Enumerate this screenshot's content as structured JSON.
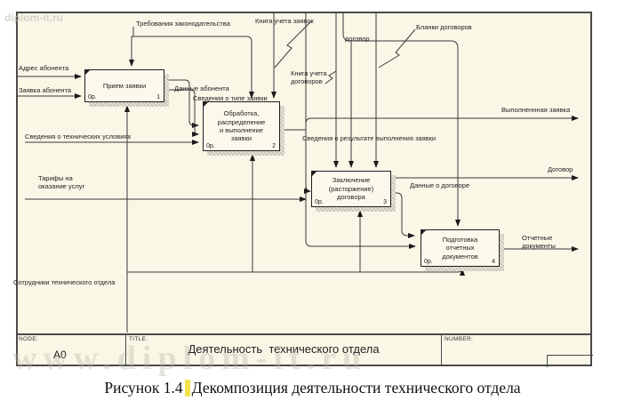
{
  "watermarks": {
    "small": "diplom-it.ru",
    "large": "www.diplom-it.ru"
  },
  "caption": {
    "part1": "Рисунок 1.4",
    "part2": "Декомпозиция деятельности технического отдела"
  },
  "node_panel": {
    "node_label": "NODE:",
    "node_value": "A0",
    "title_label": "TITLE:",
    "title_value": "Деятельность  технического отдела",
    "number_label": "NUMBER:"
  },
  "boxes": [
    {
      "label": "Прием заявки",
      "cost": "0р.",
      "num": "1"
    },
    {
      "label": "Обработка,\nраспределение\nи выполнение\nзаявки",
      "cost": "0р.",
      "num": "2"
    },
    {
      "label": "Заключение\n(расторжение)\nдоговора",
      "cost": "0р.",
      "num": "3"
    },
    {
      "label": "Подготовка\nотчетных\nдокументов",
      "cost": "0р.",
      "num": "4"
    }
  ],
  "labels": {
    "trebovaniya": "Требования законодательства",
    "kniga_zayavok": "Книга учета заявок",
    "kniga_dogovorov": "Книга учета\nдоговоров",
    "dogovor_small": "договор",
    "blanki": "Бланки договоров",
    "adres": "Адрес абонента",
    "zayavka": "Заявка абонента",
    "svedeniya_tech": "Сведения о технических условиях",
    "tarify": "Тарифы на\nоказание услуг",
    "sotrudniki": "Сотрудники технического отдела",
    "dannye_abonenta": "Данные абонента",
    "svedeniya_tip": "Сведения о типе заявки",
    "svedeniya_rezultat": "Сведения о результате выполнения заявки",
    "dannye_dogovor": "Данные о договоре",
    "vypolnennaya": "Выполненнная заявка",
    "dogovor_out": "Договор",
    "otchetnye": "Отчетные\nдокументы"
  }
}
